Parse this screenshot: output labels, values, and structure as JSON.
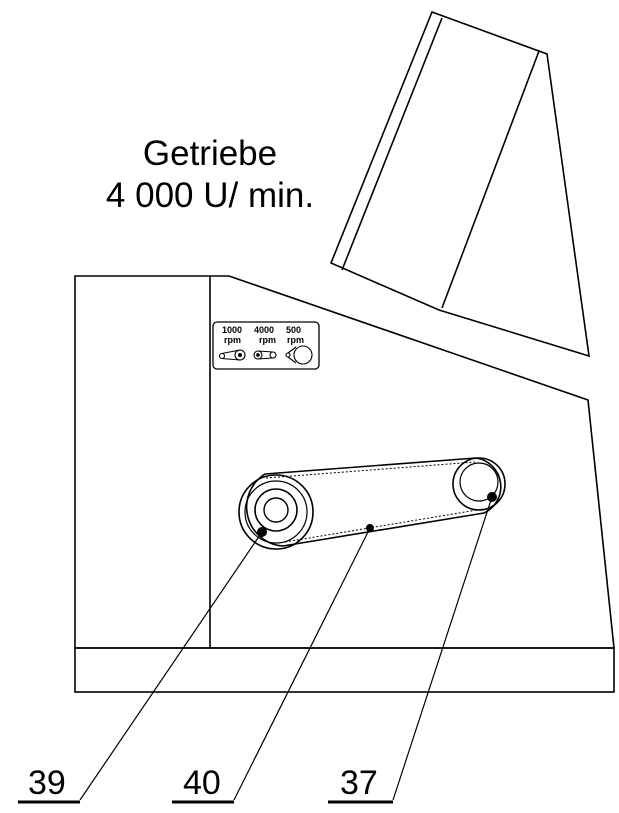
{
  "caption": {
    "line1": "Getriebe",
    "line2": "4 000 U/ min."
  },
  "speed_plate": {
    "settings": [
      {
        "value": "1000",
        "unit": "rpm"
      },
      {
        "value": "4000",
        "unit": "rpm"
      },
      {
        "value": "500",
        "unit": "rpm"
      }
    ]
  },
  "callouts": {
    "drive_pulley": "39",
    "belt": "40",
    "driven_pulley": "37"
  }
}
